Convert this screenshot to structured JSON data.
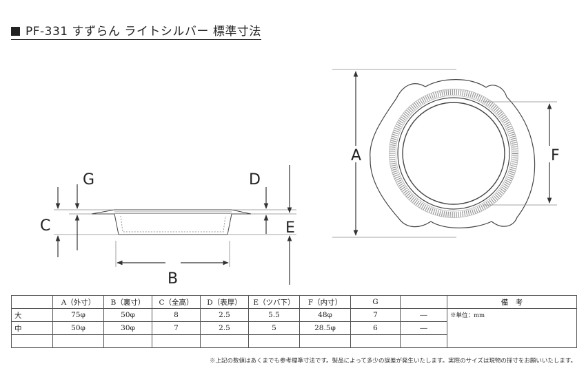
{
  "title": "PF-331 すずらん ライトシルバー 標準寸法",
  "labels": {
    "A": "A",
    "B": "B",
    "C": "C",
    "D": "D",
    "E": "E",
    "F": "F",
    "G": "G"
  },
  "table": {
    "headers": [
      "",
      "A（外寸）",
      "B（裏寸）",
      "C（全高）",
      "D（表厚）",
      "E（ツバ下）",
      "F（内寸）",
      "G",
      "",
      "備　考"
    ],
    "rows": [
      [
        "大",
        "75φ",
        "50φ",
        "8",
        "2.5",
        "5.5",
        "48φ",
        "7",
        "―"
      ],
      [
        "中",
        "50φ",
        "30φ",
        "7",
        "2.5",
        "5",
        "28.5φ",
        "6",
        "―"
      ],
      [
        "",
        "",
        "",
        "",
        "",
        "",
        "",
        "",
        ""
      ]
    ],
    "note": "※単位：mm"
  },
  "footnote": "※上記の数値はあくまでも参考標準寸法です。製品によって多少の誤差が発生いたします。実際のサイズは現物の採寸をお願いいたします。"
}
